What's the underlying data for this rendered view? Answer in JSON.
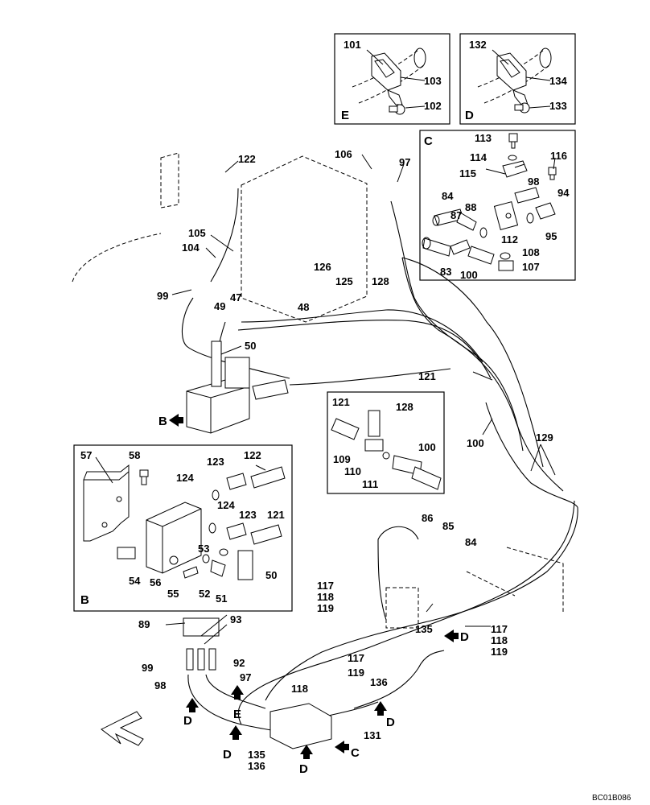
{
  "callouts": [
    {
      "id": "c101",
      "text": "101"
    },
    {
      "id": "c103",
      "text": "103"
    },
    {
      "id": "c102",
      "text": "102"
    },
    {
      "id": "c132",
      "text": "132"
    },
    {
      "id": "c134",
      "text": "134"
    },
    {
      "id": "c133",
      "text": "133"
    },
    {
      "id": "c113",
      "text": "113"
    },
    {
      "id": "c114",
      "text": "114"
    },
    {
      "id": "c116",
      "text": "116"
    },
    {
      "id": "c115",
      "text": "115"
    },
    {
      "id": "c98c",
      "text": "98"
    },
    {
      "id": "c94",
      "text": "94"
    },
    {
      "id": "c84c",
      "text": "84"
    },
    {
      "id": "c88",
      "text": "88"
    },
    {
      "id": "c87",
      "text": "87"
    },
    {
      "id": "c112",
      "text": "112"
    },
    {
      "id": "c95",
      "text": "95"
    },
    {
      "id": "c108",
      "text": "108"
    },
    {
      "id": "c107",
      "text": "107"
    },
    {
      "id": "c83",
      "text": "83"
    },
    {
      "id": "c100c",
      "text": "100"
    },
    {
      "id": "c122a",
      "text": "122"
    },
    {
      "id": "c106",
      "text": "106"
    },
    {
      "id": "c97a",
      "text": "97"
    },
    {
      "id": "c105",
      "text": "105"
    },
    {
      "id": "c104",
      "text": "104"
    },
    {
      "id": "c99a",
      "text": "99"
    },
    {
      "id": "c126",
      "text": "126"
    },
    {
      "id": "c125",
      "text": "125"
    },
    {
      "id": "c128a",
      "text": "128"
    },
    {
      "id": "c47",
      "text": "47"
    },
    {
      "id": "c49",
      "text": "49"
    },
    {
      "id": "c48",
      "text": "48"
    },
    {
      "id": "c50a",
      "text": "50"
    },
    {
      "id": "c121a",
      "text": "121"
    },
    {
      "id": "c121b",
      "text": "121"
    },
    {
      "id": "c128b",
      "text": "128"
    },
    {
      "id": "c109",
      "text": "109"
    },
    {
      "id": "c110",
      "text": "110"
    },
    {
      "id": "c111",
      "text": "111"
    },
    {
      "id": "c100b",
      "text": "100"
    },
    {
      "id": "c100a",
      "text": "100"
    },
    {
      "id": "c129",
      "text": "129"
    },
    {
      "id": "c57",
      "text": "57"
    },
    {
      "id": "c58",
      "text": "58"
    },
    {
      "id": "c123a",
      "text": "123"
    },
    {
      "id": "c122b",
      "text": "122"
    },
    {
      "id": "c124a",
      "text": "124"
    },
    {
      "id": "c124b",
      "text": "124"
    },
    {
      "id": "c123b",
      "text": "123"
    },
    {
      "id": "c121c",
      "text": "121"
    },
    {
      "id": "c53",
      "text": "53"
    },
    {
      "id": "c50b",
      "text": "50"
    },
    {
      "id": "c54",
      "text": "54"
    },
    {
      "id": "c56",
      "text": "56"
    },
    {
      "id": "c55",
      "text": "55"
    },
    {
      "id": "c52",
      "text": "52"
    },
    {
      "id": "c51",
      "text": "51"
    },
    {
      "id": "c86",
      "text": "86"
    },
    {
      "id": "c85",
      "text": "85"
    },
    {
      "id": "c84a",
      "text": "84"
    },
    {
      "id": "c117a",
      "text": "117"
    },
    {
      "id": "c118a",
      "text": "118"
    },
    {
      "id": "c119a",
      "text": "119"
    },
    {
      "id": "c135a",
      "text": "135"
    },
    {
      "id": "c117b",
      "text": "117"
    },
    {
      "id": "c118b",
      "text": "118"
    },
    {
      "id": "c119b",
      "text": "119"
    },
    {
      "id": "c89",
      "text": "89"
    },
    {
      "id": "c93",
      "text": "93"
    },
    {
      "id": "c92",
      "text": "92"
    },
    {
      "id": "c99b",
      "text": "99"
    },
    {
      "id": "c97b",
      "text": "97"
    },
    {
      "id": "c98b",
      "text": "98"
    },
    {
      "id": "c117c",
      "text": "117"
    },
    {
      "id": "c119c",
      "text": "119"
    },
    {
      "id": "c118c",
      "text": "118"
    },
    {
      "id": "c136a",
      "text": "136"
    },
    {
      "id": "c131",
      "text": "131"
    },
    {
      "id": "c135b",
      "text": "135"
    },
    {
      "id": "c136b",
      "text": "136"
    }
  ],
  "view_labels": {
    "E_box": "E",
    "D_box": "D",
    "C_box": "C",
    "B_box": "B",
    "B_arrow": "B",
    "E_arrow": "E",
    "C_arrow": "C",
    "D_arrow1": "D",
    "D_arrow2": "D",
    "D_arrow3": "D",
    "D_arrow4": "D",
    "D_arrow5": "D"
  },
  "drawing_ref": "BC01B086"
}
